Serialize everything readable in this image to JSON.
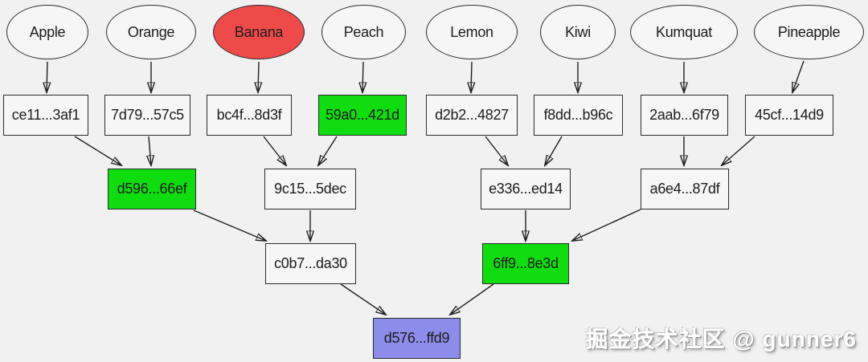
{
  "colors": {
    "bg": "#f1f1f2",
    "box": "#f6f6f7",
    "edge": "#1f1f1f",
    "red": "#ef4a4a",
    "green": "#10dd10",
    "purple": "#8c8ceb"
  },
  "watermark": {
    "text": "掘金技术社区 @ gunner6"
  },
  "tree": {
    "fruits": [
      {
        "label": "Apple",
        "highlight": "none"
      },
      {
        "label": "Orange",
        "highlight": "none"
      },
      {
        "label": "Banana",
        "highlight": "red"
      },
      {
        "label": "Peach",
        "highlight": "none"
      },
      {
        "label": "Lemon",
        "highlight": "none"
      },
      {
        "label": "Kiwi",
        "highlight": "none"
      },
      {
        "label": "Kumquat",
        "highlight": "none"
      },
      {
        "label": "Pineapple",
        "highlight": "none"
      }
    ],
    "leaf_hashes": [
      {
        "label": "ce11...3af1",
        "highlight": "none"
      },
      {
        "label": "7d79...57c5",
        "highlight": "none"
      },
      {
        "label": "bc4f...8d3f",
        "highlight": "none"
      },
      {
        "label": "59a0...421d",
        "highlight": "green"
      },
      {
        "label": "d2b2...4827",
        "highlight": "none"
      },
      {
        "label": "f8dd...b96c",
        "highlight": "none"
      },
      {
        "label": "2aab...6f79",
        "highlight": "none"
      },
      {
        "label": "45cf...14d9",
        "highlight": "none"
      }
    ],
    "level2_hashes": [
      {
        "label": "d596...66ef",
        "highlight": "green"
      },
      {
        "label": "9c15...5dec",
        "highlight": "none"
      },
      {
        "label": "e336...ed14",
        "highlight": "none"
      },
      {
        "label": "a6e4...87df",
        "highlight": "none"
      }
    ],
    "level3_hashes": [
      {
        "label": "c0b7...da30",
        "highlight": "none"
      },
      {
        "label": "6ff9...8e3d",
        "highlight": "green"
      }
    ],
    "root": {
      "label": "d576...ffd9",
      "highlight": "purple"
    },
    "edges": [
      {
        "from": "Apple",
        "to": "ce11...3af1"
      },
      {
        "from": "Orange",
        "to": "7d79...57c5"
      },
      {
        "from": "Banana",
        "to": "bc4f...8d3f"
      },
      {
        "from": "Peach",
        "to": "59a0...421d"
      },
      {
        "from": "Lemon",
        "to": "d2b2...4827"
      },
      {
        "from": "Kiwi",
        "to": "f8dd...b96c"
      },
      {
        "from": "Kumquat",
        "to": "2aab...6f79"
      },
      {
        "from": "Pineapple",
        "to": "45cf...14d9"
      },
      {
        "from": "ce11...3af1",
        "to": "d596...66ef"
      },
      {
        "from": "7d79...57c5",
        "to": "d596...66ef"
      },
      {
        "from": "bc4f...8d3f",
        "to": "9c15...5dec"
      },
      {
        "from": "59a0...421d",
        "to": "9c15...5dec"
      },
      {
        "from": "d2b2...4827",
        "to": "e336...ed14"
      },
      {
        "from": "f8dd...b96c",
        "to": "e336...ed14"
      },
      {
        "from": "2aab...6f79",
        "to": "a6e4...87df"
      },
      {
        "from": "45cf...14d9",
        "to": "a6e4...87df"
      },
      {
        "from": "d596...66ef",
        "to": "c0b7...da30"
      },
      {
        "from": "9c15...5dec",
        "to": "c0b7...da30"
      },
      {
        "from": "e336...ed14",
        "to": "6ff9...8e3d"
      },
      {
        "from": "a6e4...87df",
        "to": "6ff9...8e3d"
      },
      {
        "from": "c0b7...da30",
        "to": "d576...ffd9"
      },
      {
        "from": "6ff9...8e3d",
        "to": "d576...ffd9"
      }
    ]
  }
}
